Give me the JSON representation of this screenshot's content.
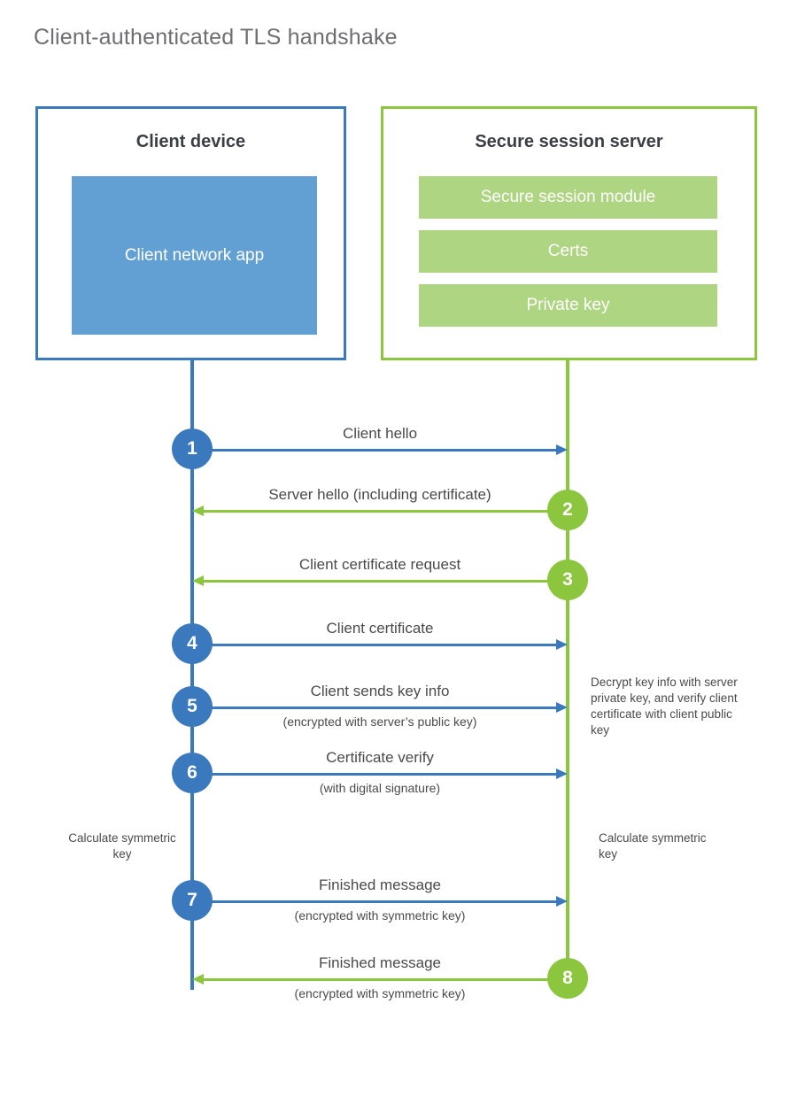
{
  "title": "Client-authenticated TLS handshake",
  "actors": {
    "client": {
      "title": "Client device",
      "inner_label": "Client network app",
      "border_color": "#3b79be",
      "fill_color": "#629fd3"
    },
    "server": {
      "title": "Secure session server",
      "border_color": "#8cc63e",
      "fill_color": "#aed581",
      "components": [
        "Secure session module",
        "Certs",
        "Private key"
      ]
    }
  },
  "steps": [
    {
      "number": "1",
      "label": "Client hello",
      "sublabel": "",
      "direction": "client-to-server",
      "color": "#3b79be"
    },
    {
      "number": "2",
      "label": "Server hello (including certificate)",
      "sublabel": "",
      "direction": "server-to-client",
      "color": "#8cc63e"
    },
    {
      "number": "3",
      "label": "Client certificate request",
      "sublabel": "",
      "direction": "server-to-client",
      "color": "#8cc63e"
    },
    {
      "number": "4",
      "label": "Client certificate",
      "sublabel": "",
      "direction": "client-to-server",
      "color": "#3b79be"
    },
    {
      "number": "5",
      "label": "Client sends key info",
      "sublabel": "(encrypted with server’s public key)",
      "direction": "client-to-server",
      "color": "#3b79be"
    },
    {
      "number": "6",
      "label": "Certificate verify",
      "sublabel": "(with digital signature)",
      "direction": "client-to-server",
      "color": "#3b79be"
    },
    {
      "number": "7",
      "label": "Finished message",
      "sublabel": "(encrypted with symmetric key)",
      "direction": "client-to-server",
      "color": "#3b79be"
    },
    {
      "number": "8",
      "label": "Finished message",
      "sublabel": "(encrypted with symmetric key)",
      "direction": "server-to-client",
      "color": "#8cc63e"
    }
  ],
  "notes": {
    "server_decrypt": "Decrypt key info with server private key, and verify client certificate with client public key",
    "client_symmetric": "Calculate symmetric key",
    "server_symmetric": "Calculate symmetric key"
  }
}
